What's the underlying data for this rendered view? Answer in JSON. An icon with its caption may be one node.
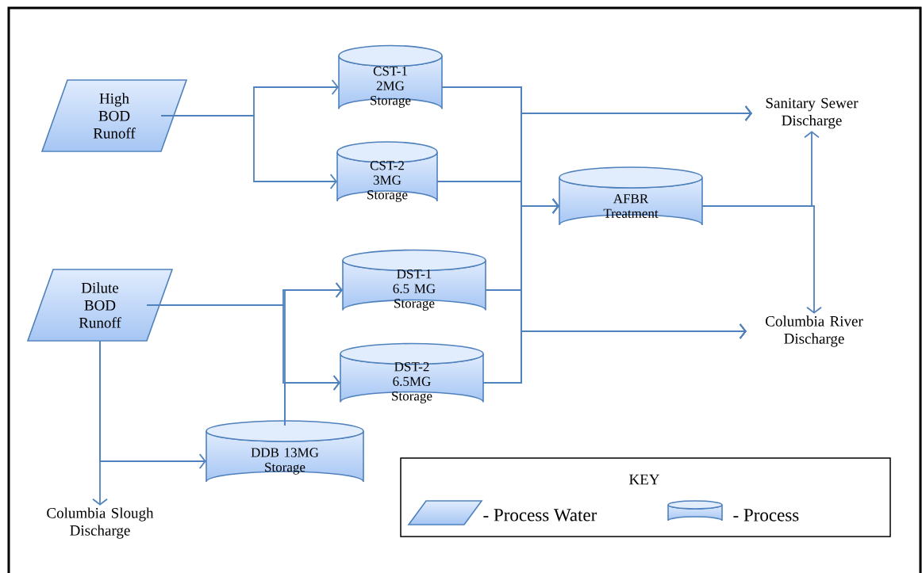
{
  "diagram": {
    "nodes": [
      {
        "text": [
          "High BOD Runoff"
        ]
      },
      {
        "text": [
          "CST-1 2MG Storage"
        ]
      },
      {
        "text": [
          "CST-2 3MG Storage"
        ]
      },
      {
        "text": [
          "Dilute BOD Runoff"
        ]
      },
      {
        "text": [
          "DST-1 6.5 MG Storage"
        ]
      },
      {
        "text": [
          "DST-2 6.5MG Storage"
        ]
      },
      {
        "text": [
          "AFBR Treatment"
        ]
      },
      {
        "text": [
          "Sanitary Sewer Discharge"
        ]
      },
      {
        "text": [
          "Columbia River Discharge"
        ]
      },
      {
        "text": [
          "DDB 13MG Storage"
        ]
      },
      {
        "text": [
          "Columbia Slough Discharge"
        ]
      }
    ],
    "edges": [
      {
        "from": 0,
        "to": 1,
        "arrow": "to"
      },
      {
        "from": 0,
        "to": 2,
        "arrow": "to"
      },
      {
        "from": 1,
        "to": 7,
        "arrow": "to"
      },
      {
        "from": 1,
        "to": 6,
        "arrow": "to"
      },
      {
        "from": 1,
        "to": 8,
        "arrow": "to"
      },
      {
        "from": 2,
        "to": 7,
        "arrow": "to"
      },
      {
        "from": 2,
        "to": 6,
        "arrow": "to"
      },
      {
        "from": 2,
        "to": 8,
        "arrow": "to"
      },
      {
        "from": 4,
        "to": 7,
        "arrow": "to"
      },
      {
        "from": 4,
        "to": 6,
        "arrow": "to"
      },
      {
        "from": 4,
        "to": 8,
        "arrow": "to"
      },
      {
        "from": 5,
        "to": 7,
        "arrow": "to"
      },
      {
        "from": 5,
        "to": 6,
        "arrow": "to"
      },
      {
        "from": 5,
        "to": 8,
        "arrow": "to"
      },
      {
        "from": 6,
        "to": 7,
        "arrow": "to"
      },
      {
        "from": 6,
        "to": 8,
        "arrow": "to"
      },
      {
        "from": 3,
        "to": 4,
        "arrow": "to"
      },
      {
        "from": 3,
        "to": 5,
        "arrow": "to"
      },
      {
        "from": 9,
        "to": 4,
        "arrow": "to"
      },
      {
        "from": 9,
        "to": 5,
        "arrow": "to"
      },
      {
        "from": 3,
        "to": 10,
        "arrow": "to"
      },
      {
        "from": 3,
        "to": 9,
        "arrow": "to"
      }
    ],
    "labels": [
      "KEY"
    ],
    "legend": [
      {
        "text": "- Process Water"
      },
      {
        "text": "- Process"
      }
    ]
  }
}
